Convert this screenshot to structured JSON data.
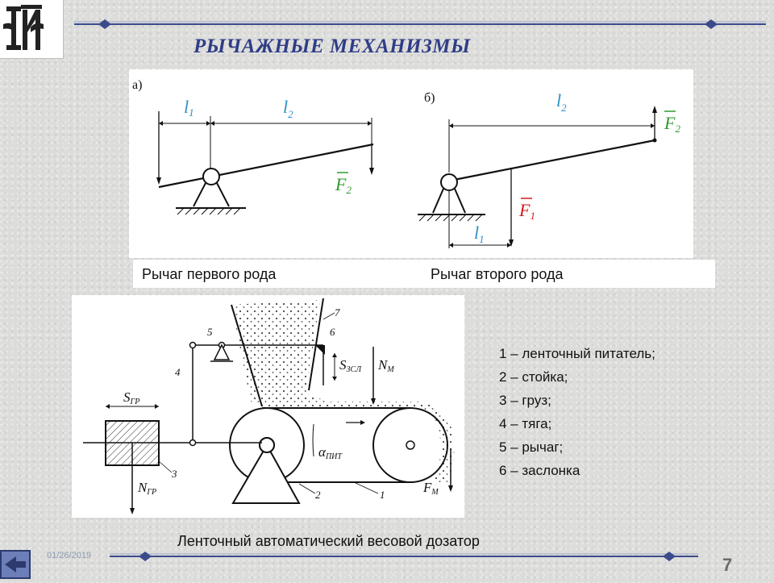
{
  "slide": {
    "title": "РЫЧАЖНЫЕ МЕХАНИЗМЫ",
    "date": "01/26/2019",
    "page_number": "7"
  },
  "diagram_a": {
    "tag": "а)",
    "label_l1": "l",
    "label_l1_sub": "1",
    "label_l2": "l",
    "label_l2_sub": "2",
    "label_f": "F",
    "label_f_sub": "2",
    "caption": "Рычаг первого рода"
  },
  "diagram_b": {
    "tag": "б)",
    "label_l2": "l",
    "label_l2_sub": "2",
    "label_l1": "l",
    "label_l1_sub": "1",
    "label_f2": "F",
    "label_f2_sub": "2",
    "label_f1": "F",
    "label_f1_sub": "1",
    "caption": "Рычаг второго рода"
  },
  "dosing_diagram": {
    "labels": {
      "n1": "1",
      "n2": "2",
      "n3": "3",
      "n4": "4",
      "n5": "5",
      "n6": "6",
      "n7": "7",
      "s_gr": "S",
      "s_gr_sub": "ГР",
      "n_gr": "N",
      "n_gr_sub": "ГР",
      "s_zsl": "S",
      "s_zsl_sub": "ЗСЛ",
      "n_m": "N",
      "n_m_sub": "М",
      "alpha": "α",
      "alpha_sub": "ПИТ",
      "f_m": "F",
      "f_m_sub": "М"
    }
  },
  "legend": [
    "1 – ленточный питатель;",
    "2 – стойка;",
    "3 – груз;",
    "4 – тяга;",
    "5 – рычаг;",
    "6 – заслонка"
  ],
  "bottom_caption": "Ленточный автоматический весовой дозатор",
  "colors": {
    "title": "#2f3d86",
    "rail": "#3a4a8a",
    "label_blue": "#2a8fc4",
    "label_green": "#2f9a2f",
    "label_red": "#d41a1a"
  }
}
